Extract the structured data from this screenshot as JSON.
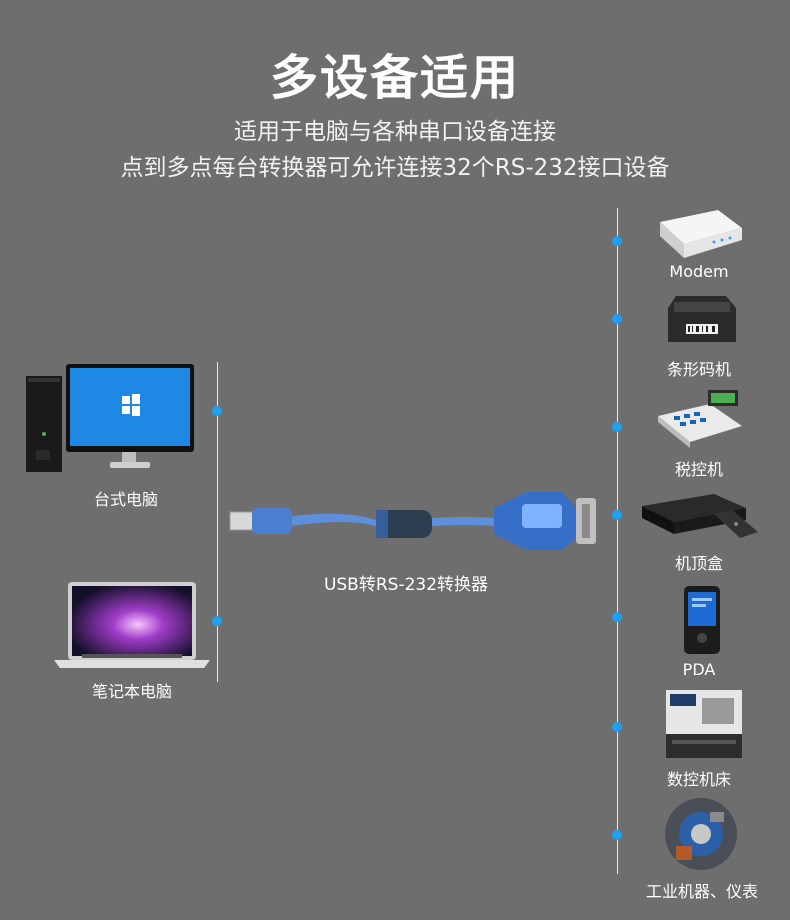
{
  "header": {
    "title": "多设备适用",
    "subtitle_line1": "适用于电脑与各种串口设备连接",
    "subtitle_line2": "点到多点每台转换器可允许连接32个RS-232接口设备"
  },
  "left_devices": [
    {
      "label": "台式电脑"
    },
    {
      "label": "笔记本电脑"
    }
  ],
  "converter": {
    "label": "USB转RS-232转换器"
  },
  "right_devices": [
    {
      "label": "Modem"
    },
    {
      "label": "条形码机"
    },
    {
      "label": "税控机"
    },
    {
      "label": "机顶盒"
    },
    {
      "label": "PDA"
    },
    {
      "label": "数控机床"
    },
    {
      "label": "工业机器、仪表"
    }
  ],
  "colors": {
    "background": "#6e6e6e",
    "dot": "#1ea0f0",
    "cable": "#3a7bd5"
  }
}
